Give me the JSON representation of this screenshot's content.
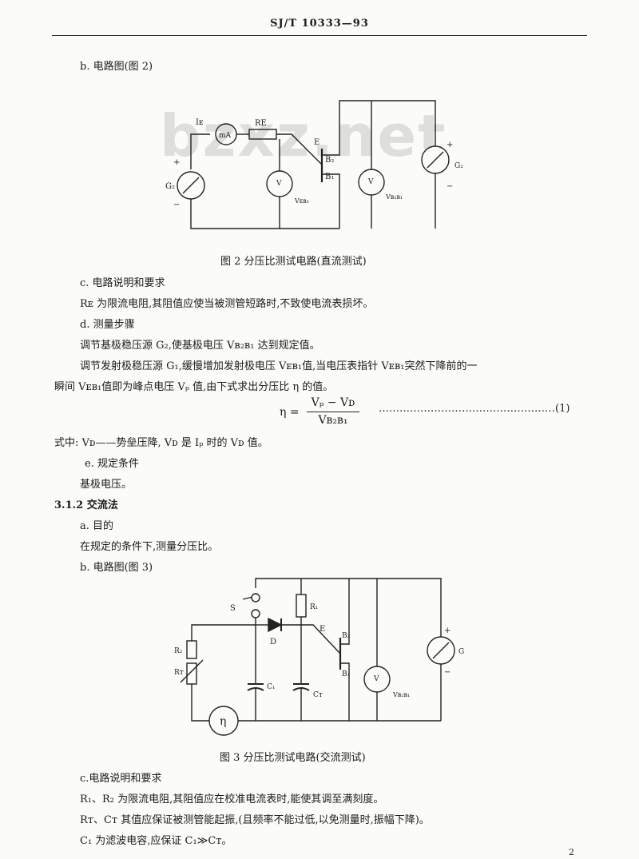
{
  "header": {
    "code": "SJ/T 10333—93"
  },
  "watermark": "bzxz.net",
  "lines": {
    "b1": "b.  电路图(图 2)",
    "cap2": "图 2   分压比测试电路(直流测试)",
    "c1": "c.  电路说明和要求",
    "c1_text": "Rᴇ 为限流电阻,其阻值应使当被测管短路时,不致使电流表损坏。",
    "d1": "d.  测量步骤",
    "d1_text1": "调节基极稳压源 G₂,使基极电压 Vʙ₂ʙ₁ 达到规定值。",
    "d1_text2": "调节发射极稳压源 G₁,缓慢增加发射极电压 Vᴇʙ₁值,当电压表指针 Vᴇʙ₁突然下降前的一",
    "d1_text3": "瞬间 Vᴇʙ₁值即为峰点电压 Vₚ 值,由下式求出分压比 η 的值。",
    "eq_lhs": "η =",
    "eq_num": "Vₚ − Vᴅ",
    "eq_den": "Vʙ₂ʙ₁",
    "eq_no": "……………………………………………(1)",
    "d1_text4": "式中: Vᴅ——势垒压降, Vᴅ 是 Iₚ 时的 Vᴅ 值。",
    "e1": "e.  规定条件",
    "e1_text": "基极电压。",
    "s312": "3.1.2  交流法",
    "a2": "a.  目的",
    "a2_text": "在规定的条件下,测量分压比。",
    "b2": "b.  电路图(图 3)",
    "cap3": "图 3   分压比测试电路(交流测试)",
    "c2": "c.电路说明和要求",
    "c2_text1": "R₁、R₂ 为限流电阻,其阻值应在校准电流表时,能使其调至满刻度。",
    "c2_text2": "Rᴛ、Cᴛ 其值应保证被测管能起振,(且频率不能过低,以免测量时,振幅下降)。",
    "c2_text3": "C₁ 为滤波电容,应保证 C₁≫Cᴛ。",
    "page_no": "2"
  },
  "fig2_labels": {
    "ie": "Iᴇ",
    "ma": "mA",
    "re": "RE",
    "e": "E",
    "b2": "B₂",
    "b1": "B₁",
    "g2": "G₂",
    "plus1": "+",
    "minus1": "−",
    "v": "V",
    "vebl": "Vᴇʙ₁",
    "vb2b1": "Vʙ₂ʙ₁",
    "plus2": "+",
    "minus2": "−",
    "g2r": "G₂"
  },
  "fig3_labels": {
    "s": "S",
    "r1": "R₁",
    "r2": "R₂",
    "rt": "Rᴛ",
    "d": "D",
    "e": "E",
    "b2": "B₂",
    "b1": "B₁",
    "c1": "C₁",
    "ct": "Cᴛ",
    "v": "V",
    "vb2b1": "Vʙ₂ʙ₁",
    "eta": "η",
    "plus": "+",
    "minus": "−",
    "g": "G"
  }
}
